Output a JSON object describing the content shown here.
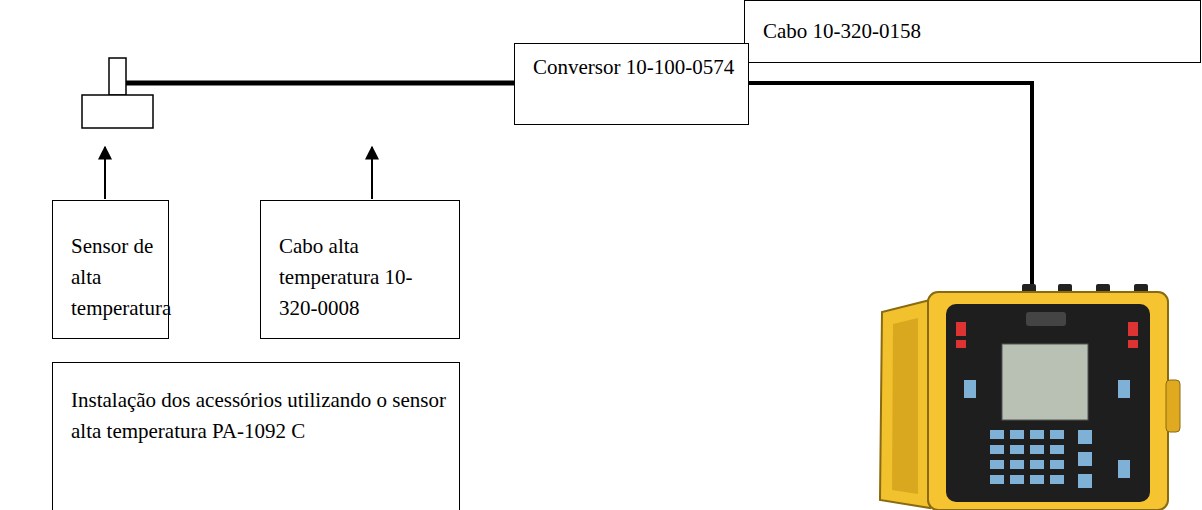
{
  "diagram": {
    "nodes": [
      {
        "text": [
          "Cabo 10-320-0158"
        ]
      },
      {
        "text": [
          "Conversor 10-100-0574"
        ]
      },
      {
        "text": [
          "Sensor de alta temperatura"
        ]
      },
      {
        "text": [
          "Cabo alta temperatura 10-320-0008"
        ]
      },
      {
        "text": [
          "Instalação dos acessórios utilizando o sensor alta temperatura PA-1092 C"
        ]
      }
    ]
  }
}
